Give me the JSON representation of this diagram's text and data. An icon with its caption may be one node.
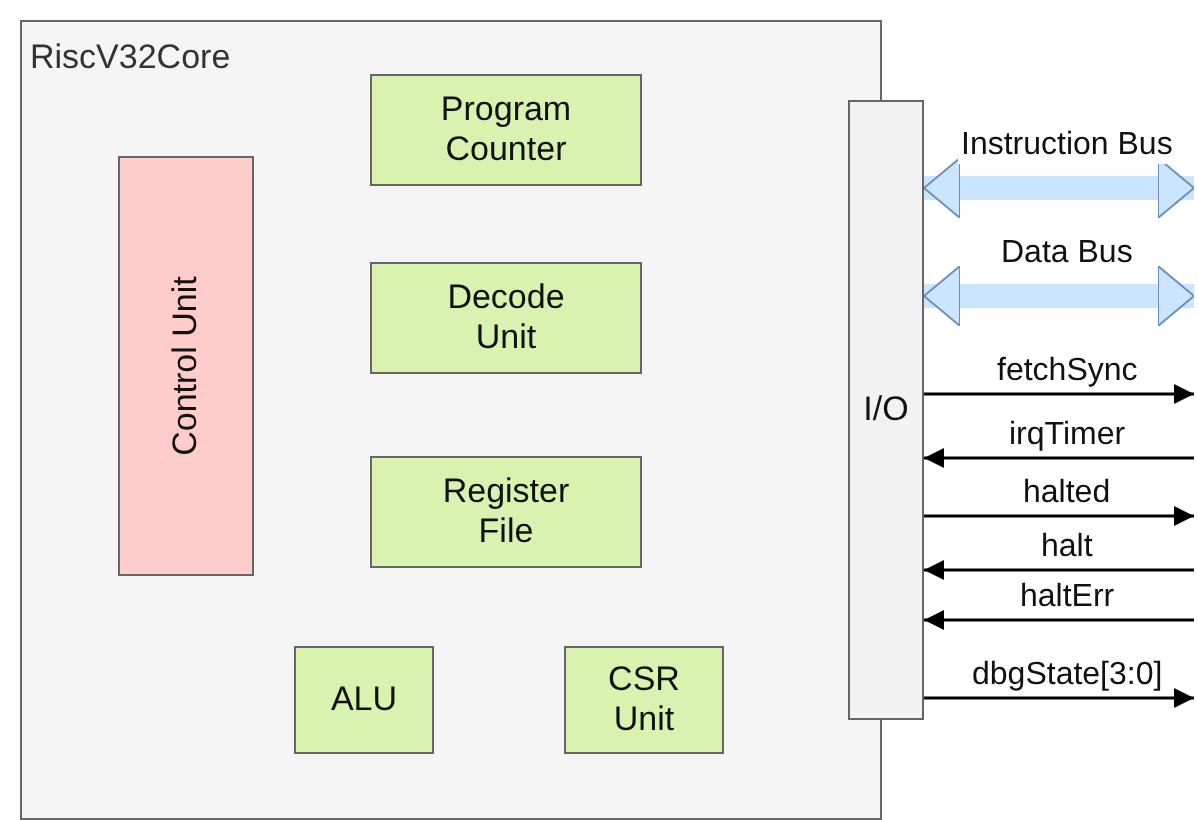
{
  "diagram": {
    "nodes": [
      {
        "text": [
          "RiscV32Core"
        ]
      },
      {
        "text": [
          "Program Counter"
        ],
        "in": 0
      },
      {
        "text": [
          "Decode Unit"
        ],
        "in": 0
      },
      {
        "text": [
          "Register File"
        ],
        "in": 0
      },
      {
        "text": [
          "Control Unit"
        ],
        "in": 0
      },
      {
        "text": [
          "ALU"
        ],
        "in": 0
      },
      {
        "text": [
          "CSR Unit"
        ],
        "in": 0
      },
      {
        "text": [
          "I/O"
        ]
      }
    ],
    "edges": [
      {
        "from": 7,
        "to": null,
        "arrow": "both",
        "label": "Instruction Bus",
        "style": "thick",
        "color": "#cce5ff"
      },
      {
        "from": 7,
        "to": null,
        "arrow": "both",
        "label": "Data Bus",
        "style": "thick",
        "color": "#cce5ff"
      },
      {
        "from": 7,
        "to": null,
        "arrow": "to",
        "label": "fetchSync"
      },
      {
        "from": null,
        "to": 7,
        "arrow": "to",
        "label": "irqTimer"
      },
      {
        "from": 7,
        "to": null,
        "arrow": "to",
        "label": "halted"
      },
      {
        "from": null,
        "to": 7,
        "arrow": "to",
        "label": "halt"
      },
      {
        "from": null,
        "to": 7,
        "arrow": "to",
        "label": "haltErr"
      },
      {
        "from": 7,
        "to": null,
        "arrow": "to",
        "label": "dbgState[3:0]"
      }
    ]
  }
}
